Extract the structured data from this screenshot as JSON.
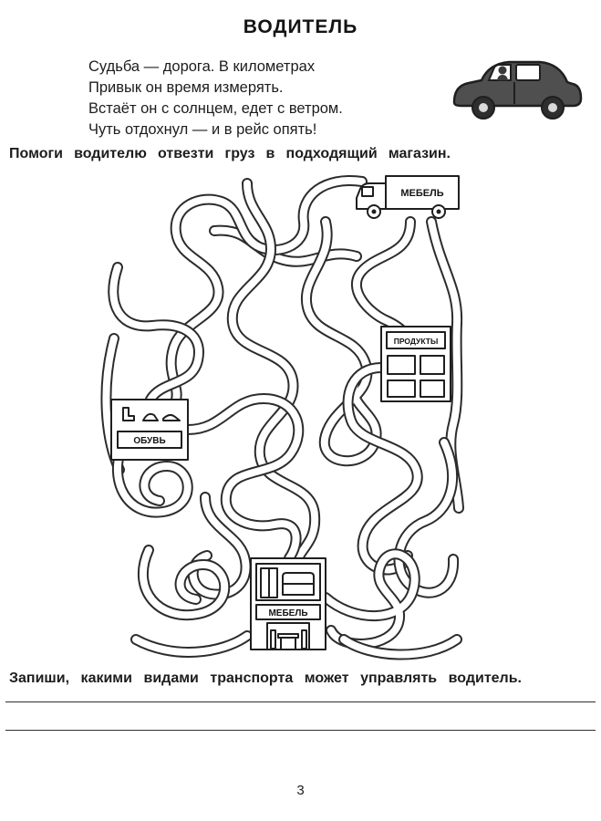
{
  "title": "ВОДИТЕЛЬ",
  "poem": {
    "lines": [
      "Судьба — дорога. В километрах",
      "Привык он время измерять.",
      "Встаёт он с солнцем, едет с ветром.",
      "Чуть отдохнул — и в рейс опять!"
    ]
  },
  "instruction": "Помоги водителю отвезти груз в подходящий магазин.",
  "maze": {
    "truck_label": "МЕБЕЛЬ",
    "stores": {
      "produkty": "ПРОДУКТЫ",
      "obuv": "ОБУВЬ",
      "mebel": "МЕБЕЛЬ"
    }
  },
  "task": "Запиши, какими видами транспорта может управлять водитель.",
  "page_number": "3",
  "colors": {
    "ink": "#1f1f1f",
    "car_body": "#4f4f4f"
  }
}
